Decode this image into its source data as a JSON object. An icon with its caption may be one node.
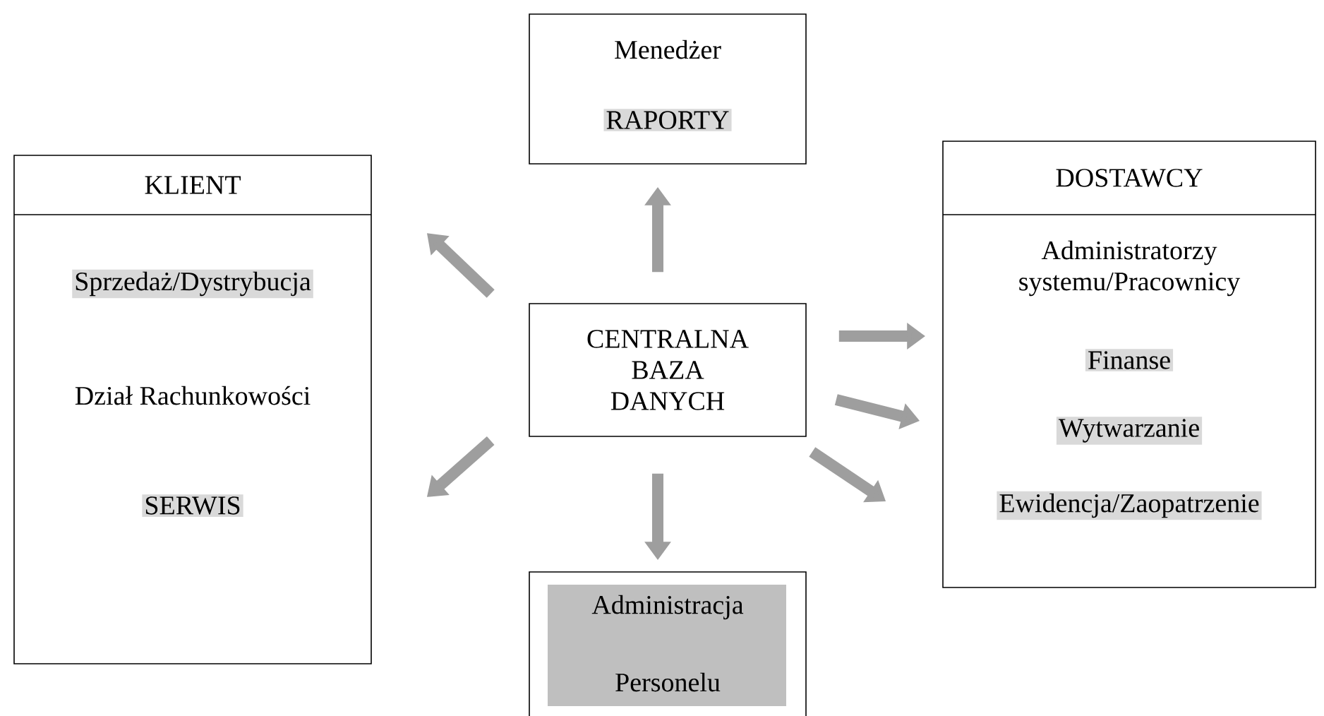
{
  "diagram": {
    "nodes": [
      {
        "text": [
          "Menedżer",
          "RAPORTY"
        ]
      },
      {
        "text": [
          "KLIENT",
          "Sprzedaż/Dystrybucja",
          "Dział Rachunkowości",
          "SERWIS"
        ]
      },
      {
        "text": [
          "CENTRALNA BAZA DANYCH"
        ]
      },
      {
        "text": [
          "DOSTAWCY",
          "Administratorzy systemu/Pracownicy",
          "Finanse",
          "Wytwarzanie",
          "Ewidencja/Zaopatrzenie"
        ]
      },
      {
        "text": [
          "Administracja",
          "Personelu"
        ]
      }
    ],
    "edges": [
      {
        "from": 2,
        "to": 0,
        "arrow": "to"
      },
      {
        "from": 2,
        "to": 1,
        "arrow": "to"
      },
      {
        "from": 2,
        "to": 1,
        "arrow": "to"
      },
      {
        "from": 2,
        "to": 4,
        "arrow": "to"
      },
      {
        "from": 2,
        "to": 3,
        "arrow": "to"
      },
      {
        "from": 2,
        "to": 3,
        "arrow": "to"
      },
      {
        "from": 2,
        "to": 3,
        "arrow": "to"
      }
    ]
  }
}
